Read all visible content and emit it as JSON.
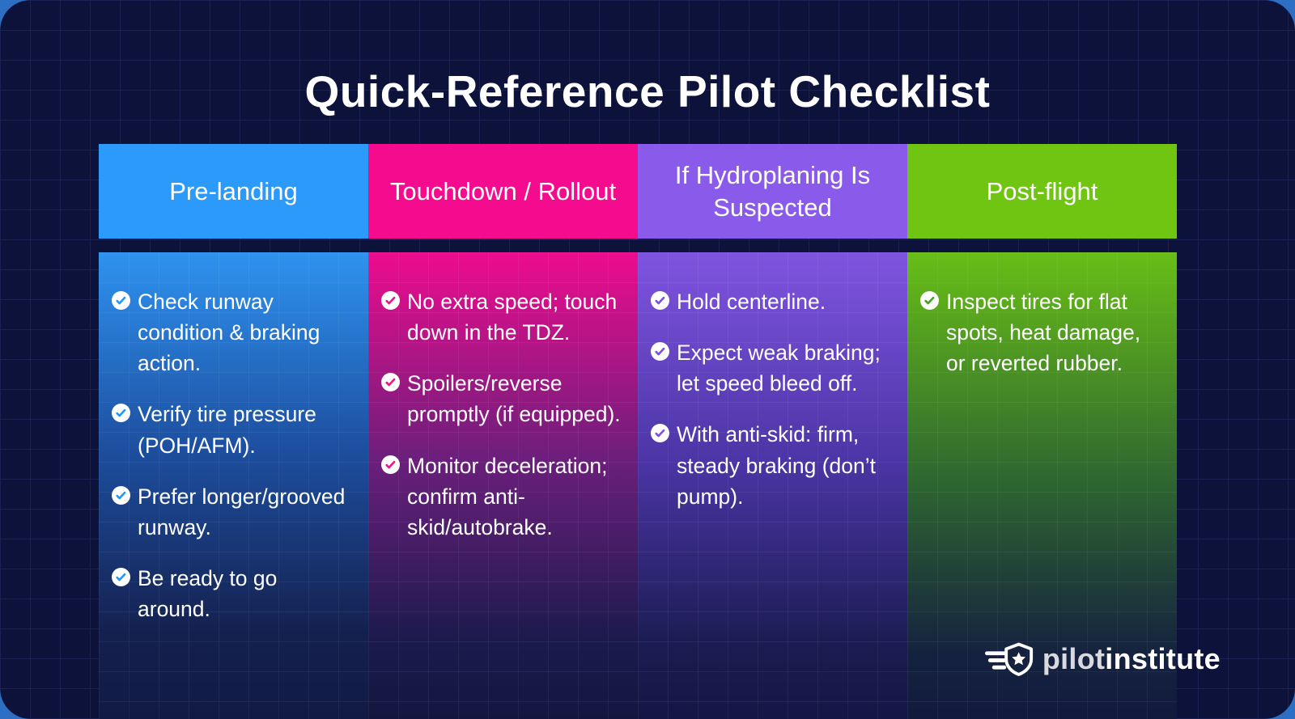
{
  "title": "Quick-Reference Pilot Checklist",
  "colors": {
    "outer_background": "#2D6FC4",
    "card_background": "#0D123A",
    "grid_line": "#1B2150",
    "text": "#FFFFFF",
    "column_accents": {
      "pre_landing": "#2B9AFA",
      "touchdown_rollout": "#F50B8E",
      "hydroplaning": "#8A5BEB",
      "post_flight": "#6FC512"
    }
  },
  "columns": [
    {
      "header": "Pre-landing",
      "accent": "#2B9AFA",
      "check_icon": "check-circle-icon",
      "items": [
        "Check runway condition & braking action.",
        "Verify tire pressure (POH/AFM).",
        "Prefer longer/grooved runway.",
        "Be ready to go around."
      ]
    },
    {
      "header": "Touchdown / Rollout",
      "accent": "#F50B8E",
      "check_icon": "check-circle-icon",
      "items": [
        "No extra speed; touch down in the TDZ.",
        "Spoilers/reverse promptly (if equipped).",
        "Monitor deceleration; confirm anti-skid/autobrake."
      ]
    },
    {
      "header": "If Hydroplaning Is Suspected",
      "accent": "#8A5BEB",
      "check_icon": "check-circle-icon",
      "items": [
        "Hold centerline.",
        "Expect weak braking; let speed bleed off.",
        "With anti-skid: firm, steady braking (don’t pump)."
      ]
    },
    {
      "header": "Post-flight",
      "accent": "#6FC512",
      "check_icon": "check-circle-icon",
      "items": [
        "Inspect tires for flat spots, heat damage, or reverted rubber."
      ]
    }
  ],
  "logo": {
    "icon": "winged-shield-star-icon",
    "brand_first": "pilot",
    "brand_second": "institute"
  }
}
